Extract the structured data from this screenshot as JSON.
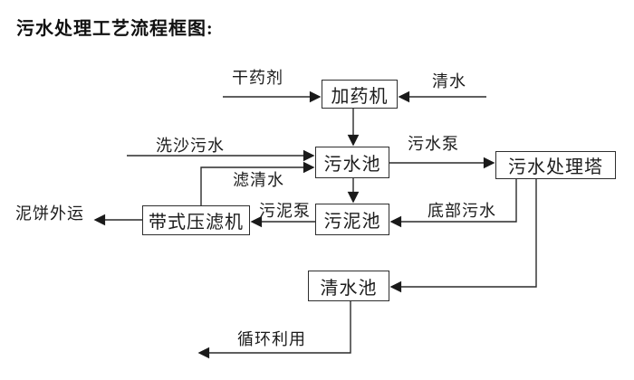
{
  "title": "污水处理工艺流程框图:",
  "diagram": {
    "type": "flowchart",
    "colors": {
      "line": "#2a2a2a",
      "text": "#1c1c1c",
      "background": "#ffffff"
    },
    "nodes": [
      {
        "id": "dosing-machine",
        "label": "加药机"
      },
      {
        "id": "sewage-pool",
        "label": "污水池"
      },
      {
        "id": "sewage-treatment-tower",
        "label": "污水处理塔"
      },
      {
        "id": "sludge-pool",
        "label": "污泥池"
      },
      {
        "id": "belt-filter-press",
        "label": "带式压滤机"
      },
      {
        "id": "clear-water-pool",
        "label": "清水池"
      }
    ],
    "edges": [
      {
        "id": "dry-agent",
        "label": "干药剂",
        "from": "外部",
        "to": "加药机"
      },
      {
        "id": "clear-water-in",
        "label": "清水",
        "from": "外部",
        "to": "加药机"
      },
      {
        "id": "dosing-to-sewage",
        "label": "",
        "from": "加药机",
        "to": "污水池"
      },
      {
        "id": "sand-washing-sewage",
        "label": "洗沙污水",
        "from": "外部",
        "to": "污水池"
      },
      {
        "id": "filtered-water",
        "label": "滤清水",
        "from": "带式压滤机",
        "to": "污水池"
      },
      {
        "id": "sewage-pump",
        "label": "污水泵",
        "from": "污水池",
        "to": "污水处理塔"
      },
      {
        "id": "sewage-to-sludge",
        "label": "",
        "from": "污水池",
        "to": "污泥池"
      },
      {
        "id": "bottom-sewage",
        "label": "底部污水",
        "from": "污水处理塔",
        "to": "污泥池"
      },
      {
        "id": "sludge-pump",
        "label": "污泥泵",
        "from": "污泥池",
        "to": "带式压滤机"
      },
      {
        "id": "mud-cake-out",
        "label": "泥饼外运",
        "from": "带式压滤机",
        "to": "外运"
      },
      {
        "id": "tower-to-clear",
        "label": "",
        "from": "污水处理塔",
        "to": "清水池"
      },
      {
        "id": "recycle",
        "label": "循环利用",
        "from": "清水池",
        "to": "回用"
      }
    ]
  }
}
